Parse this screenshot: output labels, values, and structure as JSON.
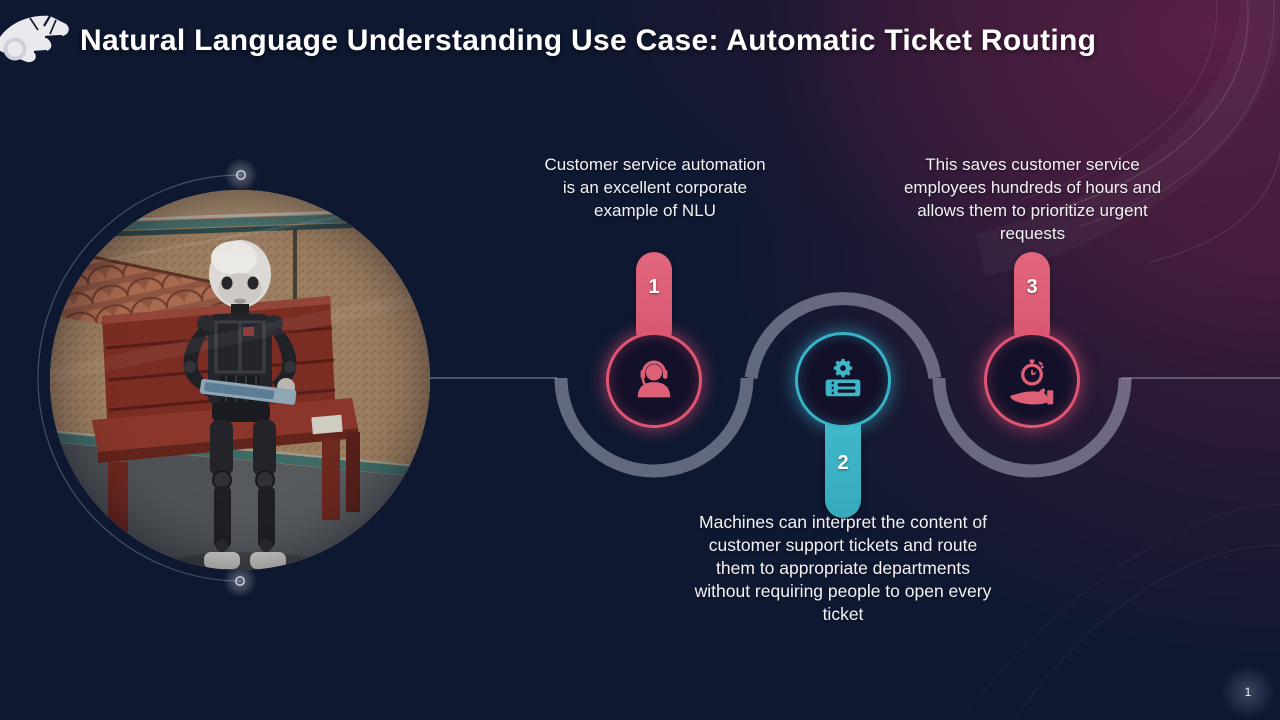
{
  "slide": {
    "title": "Natural Language Understanding Use Case: Automatic Ticket Routing",
    "page_number": "1",
    "photo_description": "Humanoid robot sitting on a red wooden bench"
  },
  "steps": [
    {
      "number": "1",
      "text": "Customer service automation is an excellent corporate example of NLU",
      "icon": "support-agent-icon",
      "color": "#dd6077"
    },
    {
      "number": "2",
      "text": "Machines can interpret the content of customer support tickets and route them to appropriate departments without requiring people to open every ticket",
      "icon": "ticket-gear-icon",
      "color": "#3db6c8"
    },
    {
      "number": "3",
      "text": "This saves customer service employees hundreds of hours and allows them to prioritize urgent requests",
      "icon": "stopwatch-hand-icon",
      "color": "#dd6077"
    }
  ],
  "colors": {
    "background": "#0f1831",
    "accent_purple": "#4f1e3e",
    "rose": "#de5e74",
    "teal": "#3db6c8",
    "path_gray": "#7a8095",
    "text": "#ffffff"
  }
}
